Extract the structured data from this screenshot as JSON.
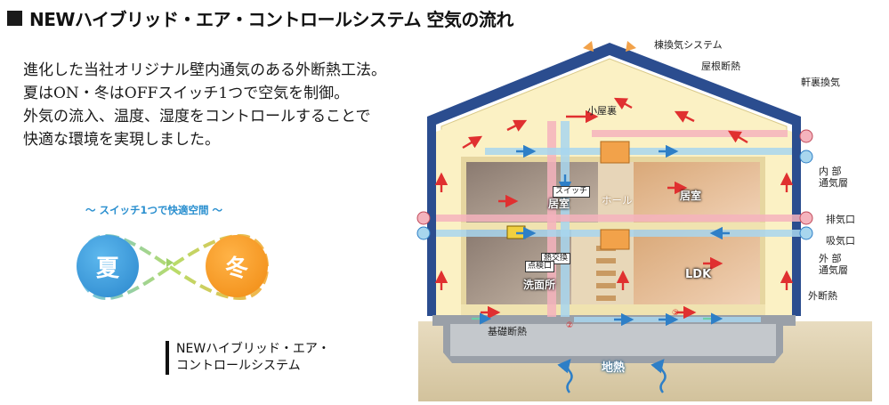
{
  "heading": {
    "title": "NEWハイブリッド・エア・コントロールシステム 空気の流れ"
  },
  "intro": {
    "lines": [
      "進化した当社オリジナル壁内通気のある外断熱工法。",
      "夏はON・冬はOFFスイッチ1つで空気を制御。",
      "外気の流入、温度、湿度をコントロールすることで",
      "快適な環境を実現しました。"
    ]
  },
  "switch_caption": "～ スイッチ1つで快適空間 ～",
  "seasons": {
    "summer": "夏",
    "winter": "冬"
  },
  "system_name": {
    "line1": "NEWハイブリッド・エア・",
    "line2": "コントロールシステム"
  },
  "house": {
    "labels": {
      "ridge_vent": "棟換気システム",
      "roof_insulation": "屋根断熱",
      "eave_vent": "軒裏換気",
      "attic": "小屋裏",
      "inner_vent_layer": "内 部 通気層",
      "exhaust": "排気口",
      "intake": "吸気口",
      "outer_vent_layer": "外 部 通気層",
      "outer_insulation": "外断熱",
      "foundation_insulation": "基礎断熱",
      "geothermal": "地熱"
    },
    "rooms": {
      "room_left": "居室",
      "room_right": "居室",
      "hall": "ホール",
      "washroom": "洗面所",
      "ldk": "LDK"
    },
    "tags": {
      "switch": "スイッチ",
      "heat_exchange": "熱交換",
      "inspection": "点検口"
    },
    "markers": {
      "one": "①",
      "two": "②"
    }
  },
  "colors": {
    "outer_wall": "#2b4d8f",
    "wall_fill": "#fbf1c4",
    "warm_duct": "#f4b3bd",
    "cool_duct": "#a8d6ee",
    "red_arrow": "#e03030",
    "blue_arrow": "#2e7fc7",
    "summer": "#2a86cc",
    "winter": "#f08a12"
  }
}
